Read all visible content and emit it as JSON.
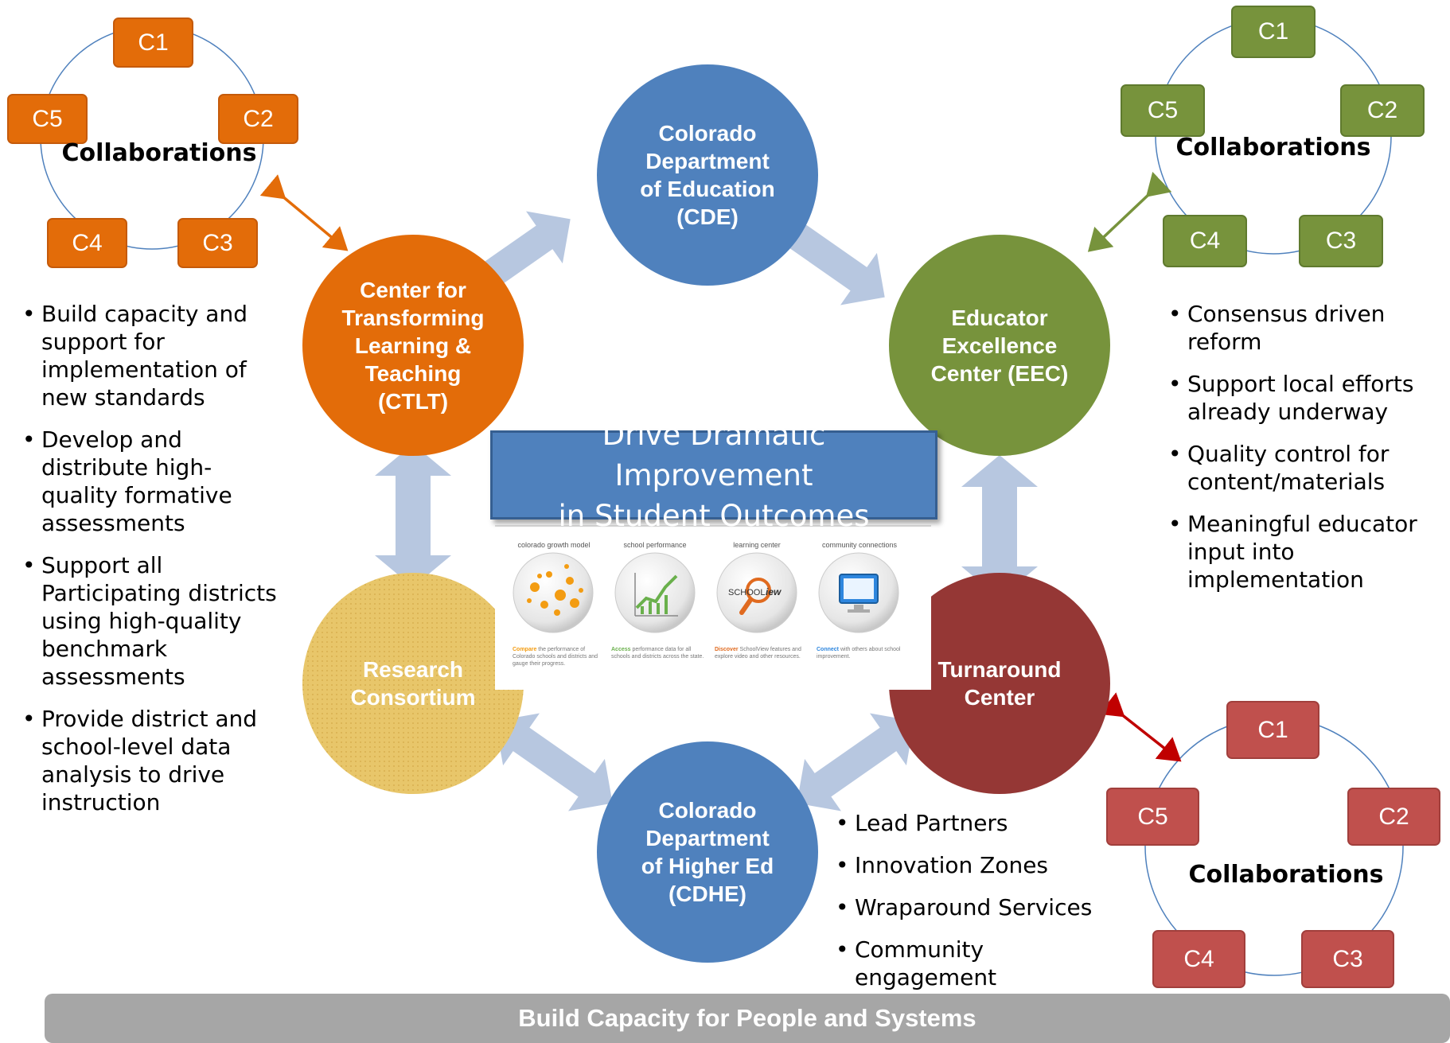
{
  "goal": {
    "line1": "Drive Dramatic Improvement",
    "line2": "in Student Outcomes"
  },
  "foundation": "Build Capacity for People and Systems",
  "nodes": {
    "cde": [
      "Colorado",
      "Department",
      "of Education",
      "(CDE)"
    ],
    "ctlt": [
      "Center for",
      "Transforming",
      "Learning &",
      "Teaching",
      "(CTLT)"
    ],
    "eec": [
      "Educator",
      "Excellence",
      "Center (EEC)"
    ],
    "research": [
      "Research",
      "Consortium"
    ],
    "turnaround": [
      "Turnaround",
      "Center"
    ],
    "cdhe": [
      "Colorado",
      "Department",
      "of Higher Ed",
      "(CDHE)"
    ]
  },
  "collaborations": {
    "title": "Collaborations",
    "items": [
      "C1",
      "C2",
      "C3",
      "C4",
      "C5"
    ]
  },
  "ctlt_bullets": [
    "Build capacity and support for implementation of new standards",
    "Develop and distribute high-quality formative assessments",
    "Support all Participating districts using high-quality benchmark assessments",
    "Provide district and school-level data analysis to drive instruction"
  ],
  "eec_bullets": [
    "Consensus driven reform",
    "Support local efforts already underway",
    "Quality control for content/materials",
    "Meaningful educator input into implementation"
  ],
  "turnaround_bullets": [
    "Lead Partners",
    "Innovation Zones",
    "Wraparound Services",
    "Community engagement"
  ],
  "schoolview": {
    "sections": [
      {
        "label": "colorado growth model",
        "verb": "Compare",
        "text": "the performance of Colorado schools and districts and gauge their progress."
      },
      {
        "label": "school performance",
        "verb": "Access",
        "text": "performance data for all schools and districts across the state."
      },
      {
        "label": "learning center",
        "verb": "Discover",
        "text": "SchoolView features and explore video and other resources."
      },
      {
        "label": "community connections",
        "verb": "Connect",
        "text": "with others about school improvement."
      }
    ],
    "logo": "SCHOOLView"
  },
  "colors": {
    "cde_blue": "#4f81bd",
    "ctlt_orange": "#e36c09",
    "eec_green": "#77933c",
    "research_gold": "#e8c66a",
    "turnaround_red": "#953735",
    "collab_orange": "#e36c09",
    "collab_green": "#77933c",
    "collab_red": "#c0504d",
    "arrow_light": "#b7c7e0",
    "bar_gray": "#a6a6a6"
  }
}
